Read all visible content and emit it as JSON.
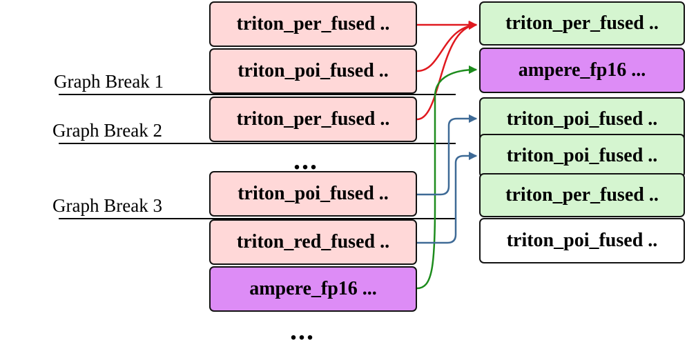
{
  "colors": {
    "pink": "#ffd8d8",
    "green": "#d5f5d0",
    "purple": "#dd8cf6",
    "white": "#ffffff",
    "red_arrow": "#e0191f",
    "green_arrow": "#1d8c1d",
    "blue_arrow": "#3e6a96"
  },
  "left_column": [
    {
      "label": "triton_per_fused ..",
      "color": "pink"
    },
    {
      "label": "triton_poi_fused ..",
      "color": "pink"
    },
    {
      "label": "triton_per_fused ..",
      "color": "pink"
    },
    {
      "label": "triton_poi_fused ..",
      "color": "pink"
    },
    {
      "label": "triton_red_fused ..",
      "color": "pink"
    },
    {
      "label": "ampere_fp16 ...",
      "color": "purple"
    }
  ],
  "right_column": [
    {
      "label": "triton_per_fused ..",
      "color": "green"
    },
    {
      "label": "ampere_fp16 ...",
      "color": "purple"
    },
    {
      "label": "triton_poi_fused ..",
      "color": "green"
    },
    {
      "label": "triton_poi_fused ..",
      "color": "green"
    },
    {
      "label": "triton_per_fused ..",
      "color": "green"
    },
    {
      "label": "triton_poi_fused ..",
      "color": "white"
    }
  ],
  "graph_breaks": [
    "Graph Break 1",
    "Graph Break 2",
    "Graph Break 3"
  ],
  "ellipsis": "...",
  "links": [
    {
      "from": 0,
      "to": 0,
      "color": "red_arrow"
    },
    {
      "from": 1,
      "to": 0,
      "color": "red_arrow"
    },
    {
      "from": 2,
      "to": 0,
      "color": "red_arrow"
    },
    {
      "from": 5,
      "to": 1,
      "color": "green_arrow"
    },
    {
      "from": 3,
      "to": 2,
      "color": "blue_arrow"
    },
    {
      "from": 4,
      "to": 3,
      "color": "blue_arrow"
    }
  ]
}
